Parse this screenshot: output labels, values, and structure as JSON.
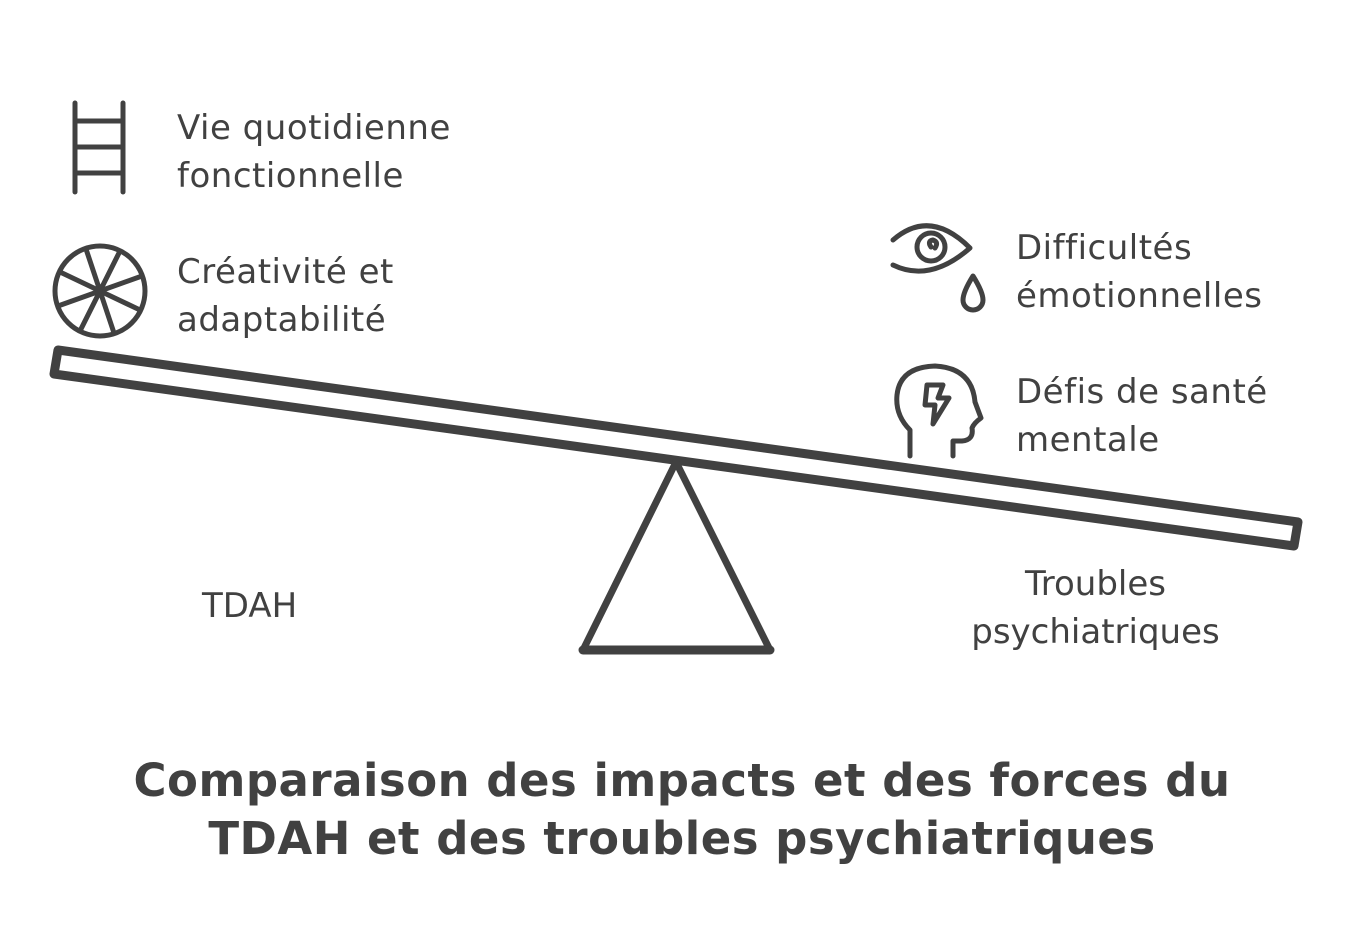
{
  "diagram": {
    "type": "balance-scale",
    "stroke_color": "#414141",
    "background": "#ffffff",
    "left_side": {
      "label": "TDAH",
      "items": [
        {
          "icon": "ladder-icon",
          "line1": "Vie quotidienne",
          "line2": "fonctionnelle"
        },
        {
          "icon": "wheel-icon",
          "line1": "Créativité et",
          "line2": "adaptabilité"
        }
      ]
    },
    "right_side": {
      "label_line1": "Troubles",
      "label_line2": "psychiatriques",
      "items": [
        {
          "icon": "crying-eye-icon",
          "line1": "Difficultés",
          "line2": "émotionnelles"
        },
        {
          "icon": "head-lightning-icon",
          "line1": "Défis de santé",
          "line2": "mentale"
        }
      ]
    },
    "title_line1": "Comparaison des impacts et des forces du",
    "title_line2": "TDAH et des troubles psychiatriques"
  }
}
